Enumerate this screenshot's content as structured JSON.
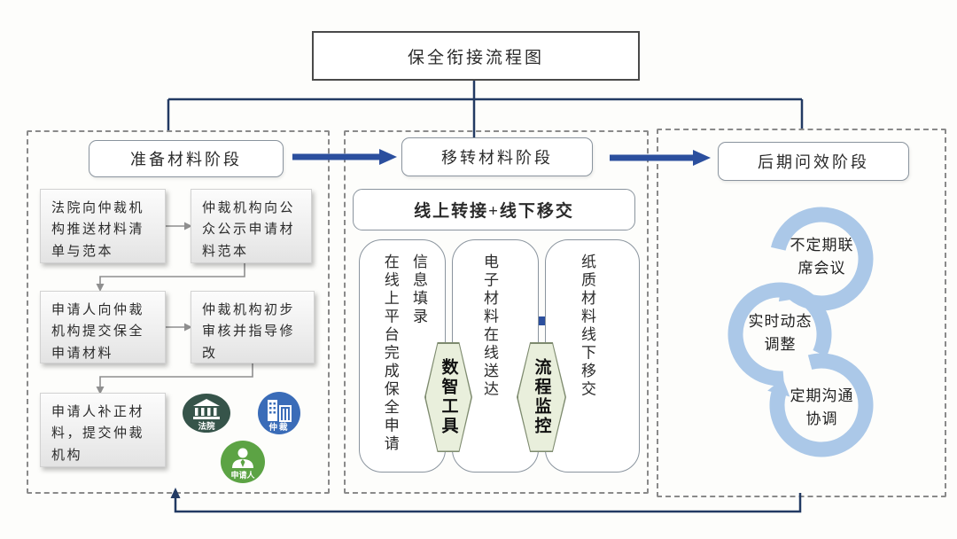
{
  "title": "保全衔接流程图",
  "phase1": {
    "label": "准备材料阶段",
    "step1": "法院向仲裁机构推送材料清单与范本",
    "step2": "仲裁机构向公众公示申请材料范本",
    "step3": "申请人向仲裁机构提交保全申请材料",
    "step4": "仲裁机构初步审核并指导修改",
    "step5": "申请人补正材料，提交仲裁机构",
    "icon_court_label": "法院",
    "icon_arbitration_label": "仲裁",
    "icon_applicant_label": "申请人"
  },
  "phase2": {
    "label": "移转材料阶段",
    "subtitle": "线上转接+线下移交",
    "col1_part1": "信息填录",
    "col1_part2": "在线上平台完成保全申请",
    "col2": "电子材料在线送达",
    "col3": "纸质材料线下移交",
    "hex1": "数智工具",
    "hex2": "流程监控"
  },
  "phase3": {
    "label": "后期问效阶段",
    "cycle1_line1": "不定期联",
    "cycle1_line2": "席会议",
    "cycle2_line1": "实时动态",
    "cycle2_line2": "调整",
    "cycle3_line1": "定期沟通",
    "cycle3_line2": "协调"
  },
  "colors": {
    "arrow_blue": "#2b4f9e",
    "structure_navy": "#223a63",
    "ring_blue": "#abc8e8",
    "hexagon_fill": "#e9efdc",
    "court_icon": "#36544a",
    "arbitration_icon": "#3a6cb8",
    "applicant_icon": "#5ca344"
  }
}
